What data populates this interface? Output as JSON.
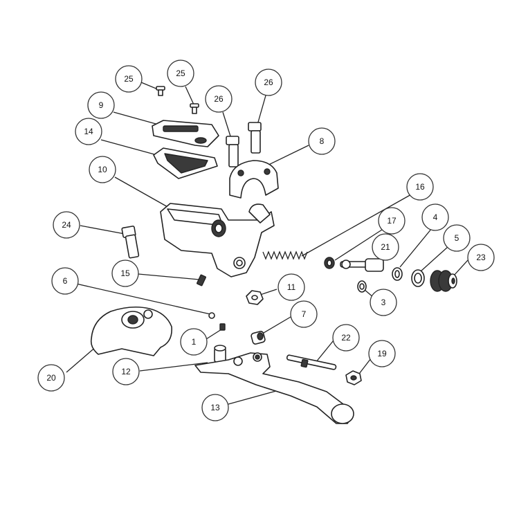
{
  "diagram": {
    "callouts": [
      {
        "id": "c25a",
        "label": "25"
      },
      {
        "id": "c25b",
        "label": "25"
      },
      {
        "id": "c26a",
        "label": "26"
      },
      {
        "id": "c26b",
        "label": "26"
      },
      {
        "id": "c9",
        "label": "9"
      },
      {
        "id": "c14",
        "label": "14"
      },
      {
        "id": "c8",
        "label": "8"
      },
      {
        "id": "c10",
        "label": "10"
      },
      {
        "id": "c16",
        "label": "16"
      },
      {
        "id": "c24",
        "label": "24"
      },
      {
        "id": "c17",
        "label": "17"
      },
      {
        "id": "c4",
        "label": "4"
      },
      {
        "id": "c21",
        "label": "21"
      },
      {
        "id": "c5",
        "label": "5"
      },
      {
        "id": "c23",
        "label": "23"
      },
      {
        "id": "c15",
        "label": "15"
      },
      {
        "id": "c6",
        "label": "6"
      },
      {
        "id": "c11",
        "label": "11"
      },
      {
        "id": "c3",
        "label": "3"
      },
      {
        "id": "c7",
        "label": "7"
      },
      {
        "id": "c1",
        "label": "1"
      },
      {
        "id": "c22",
        "label": "22"
      },
      {
        "id": "c19",
        "label": "19"
      },
      {
        "id": "c20",
        "label": "20"
      },
      {
        "id": "c12",
        "label": "12"
      },
      {
        "id": "c13",
        "label": "13"
      }
    ]
  }
}
